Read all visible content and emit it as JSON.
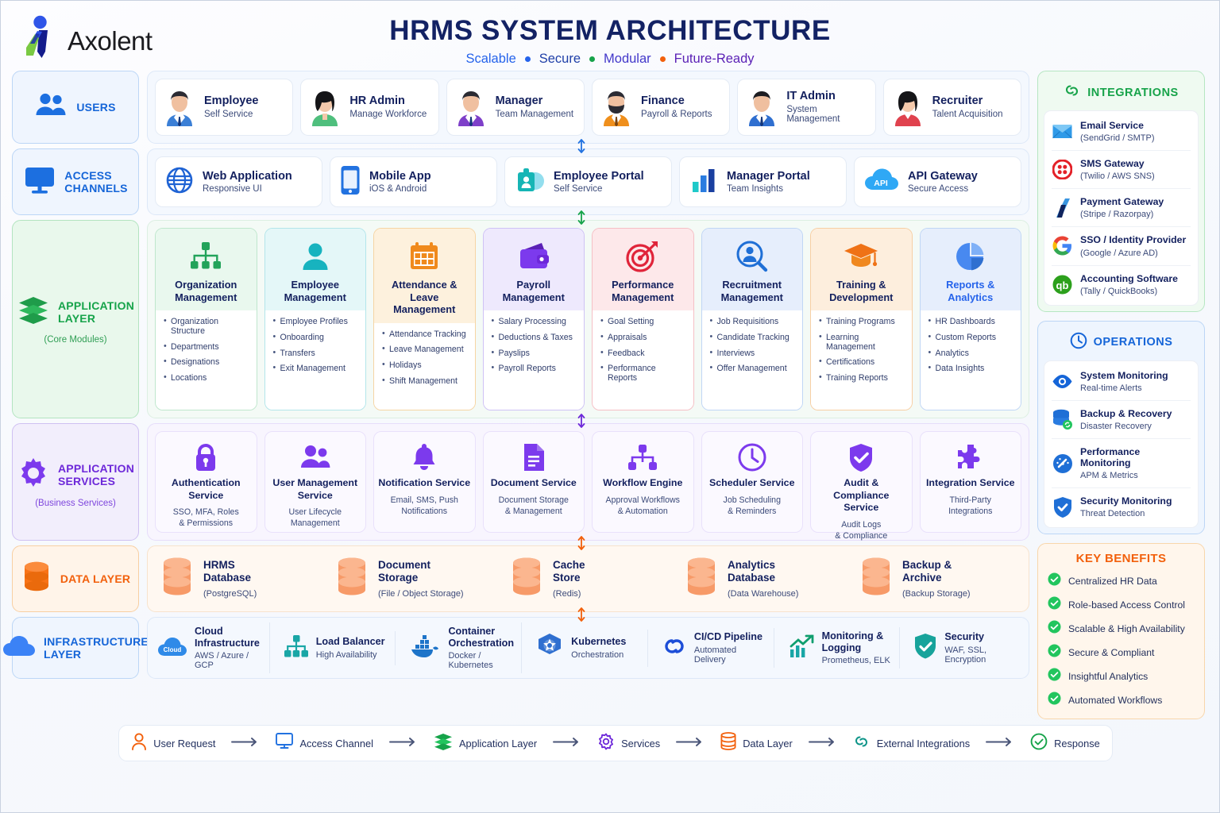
{
  "header": {
    "brand": "Axolent",
    "logo_icon": "axolent-logo",
    "title": "HRMS SYSTEM ARCHITECTURE",
    "subtitle_items": [
      {
        "label": "Scalable",
        "color": "#2563eb"
      },
      {
        "label": "Secure",
        "color": "#1f3fa8"
      },
      {
        "label": "Modular",
        "color": "#4338ca"
      },
      {
        "label": "Future-Ready",
        "color": "#5b21b6"
      }
    ],
    "subtitle_dots": [
      {
        "color": "#2563eb"
      },
      {
        "color": "#16a34a"
      },
      {
        "color": "#f2600c"
      }
    ]
  },
  "users_row": {
    "label": "USERS",
    "icon": "users-group-icon",
    "cards": [
      {
        "title": "Employee",
        "subtitle": "Self Service",
        "avatar": "avatar-employee",
        "shirt": "#3b7fd6",
        "hair": "#2b2b33",
        "skin": "#f0c0a0"
      },
      {
        "title": "HR Admin",
        "subtitle": "Manage Workforce",
        "avatar": "avatar-hr-admin",
        "shirt": "#4fbf7d",
        "hair": "#151518",
        "skin": "#f4c9ab"
      },
      {
        "title": "Manager",
        "subtitle": "Team Management",
        "avatar": "avatar-manager",
        "shirt": "#7e3fc9",
        "hair": "#2b2b33",
        "skin": "#f0c0a0"
      },
      {
        "title": "Finance",
        "subtitle": "Payroll & Reports",
        "avatar": "avatar-finance",
        "shirt": "#ef8f1c",
        "hair": "#2b2b33",
        "skin": "#f0c0a0"
      },
      {
        "title": "IT Admin",
        "subtitle": "System Management",
        "avatar": "avatar-it-admin",
        "shirt": "#2f6fd0",
        "hair": "#1d1d22",
        "skin": "#efbf9f"
      },
      {
        "title": "Recruiter",
        "subtitle": "Talent Acquisition",
        "avatar": "avatar-recruiter",
        "shirt": "#e0424e",
        "hair": "#151518",
        "skin": "#f4c9ab"
      }
    ]
  },
  "access_row": {
    "label_line1": "ACCESS",
    "label_line2": "CHANNELS",
    "icon": "desktop-monitor-icon",
    "cards": [
      {
        "title": "Web Application",
        "subtitle": "Responsive UI",
        "icon": "globe-icon",
        "color": "#1f63d4"
      },
      {
        "title": "Mobile App",
        "subtitle": "iOS & Android",
        "icon": "smartphone-icon",
        "color": "#2272e0"
      },
      {
        "title": "Employee Portal",
        "subtitle": "Self Service",
        "icon": "id-badge-icon",
        "color": "#16b5b5"
      },
      {
        "title": "Manager Portal",
        "subtitle": "Team Insights",
        "icon": "bar-chart-icon",
        "color": "#1d4ed8"
      },
      {
        "title": "API Gateway",
        "subtitle": "Secure Access",
        "icon": "api-cloud-icon",
        "color": "#2fa8f5"
      }
    ]
  },
  "application_layer": {
    "label_line1": "APPLICATION",
    "label_line2": "LAYER",
    "label_sub": "(Core Modules)",
    "icon": "layers-stack-icon",
    "modules": [
      {
        "title": "Organization Management",
        "icon": "org-chart-icon",
        "accent": "#22a35a",
        "head_bg": "#e9f8ee",
        "border": "#bfe7cd",
        "items": [
          "Organization Structure",
          "Departments",
          "Designations",
          "Locations"
        ]
      },
      {
        "title": "Employee Management",
        "icon": "person-icon",
        "accent": "#17b3bf",
        "head_bg": "#e4f7f8",
        "border": "#b3e5ea",
        "items": [
          "Employee Profiles",
          "Onboarding",
          "Transfers",
          "Exit Management"
        ]
      },
      {
        "title": "Attendance & Leave Management",
        "icon": "calendar-icon",
        "accent": "#f08a1c",
        "head_bg": "#fdf1dd",
        "border": "#f6d5a4",
        "items": [
          "Attendance Tracking",
          "Leave Management",
          "Holidays",
          "Shift Management"
        ]
      },
      {
        "title": "Payroll Management",
        "icon": "wallet-icon",
        "accent": "#7c3aed",
        "head_bg": "#eee9fd",
        "border": "#cfc2f5",
        "items": [
          "Salary Processing",
          "Deductions & Taxes",
          "Payslips",
          "Payroll Reports"
        ]
      },
      {
        "title": "Performance Management",
        "icon": "target-dart-icon",
        "accent": "#e0243a",
        "head_bg": "#fde8ea",
        "border": "#f5bfc5",
        "items": [
          "Goal Setting",
          "Appraisals",
          "Feedback",
          "Performance Reports"
        ]
      },
      {
        "title": "Recruitment Management",
        "icon": "person-search-icon",
        "accent": "#1f6fd6",
        "head_bg": "#e6eefc",
        "border": "#c0d6f5",
        "items": [
          "Job Requisitions",
          "Candidate Tracking",
          "Interviews",
          "Offer Management"
        ]
      },
      {
        "title": "Training & Development",
        "icon": "graduation-cap-icon",
        "accent": "#ef7216",
        "head_bg": "#fdeedd",
        "border": "#f7cfa4",
        "items": [
          "Training Programs",
          "Learning Management",
          "Certifications",
          "Training Reports"
        ]
      },
      {
        "title": "Reports & Analytics",
        "icon": "pie-chart-icon",
        "accent": "#3b82f6",
        "head_bg": "#e6eefc",
        "border": "#c0d6f5",
        "items": [
          "HR Dashboards",
          "Custom Reports",
          "Analytics",
          "Data Insights"
        ]
      }
    ]
  },
  "application_services": {
    "label_line1": "APPLICATION",
    "label_line2": "SERVICES",
    "label_sub": "(Business Services)",
    "icon": "gear-icon",
    "cards": [
      {
        "title": "Authentication Service",
        "sub1": "SSO, MFA, Roles",
        "sub2": "& Permissions",
        "icon": "lock-icon"
      },
      {
        "title": "User Management Service",
        "sub1": "User Lifecycle",
        "sub2": "Management",
        "icon": "users-icon"
      },
      {
        "title": "Notification Service",
        "sub1": "Email, SMS, Push",
        "sub2": "Notifications",
        "icon": "bell-icon"
      },
      {
        "title": "Document Service",
        "sub1": "Document Storage",
        "sub2": "& Management",
        "icon": "document-icon"
      },
      {
        "title": "Workflow Engine",
        "sub1": "Approval Workflows",
        "sub2": "& Automation",
        "icon": "workflow-icon"
      },
      {
        "title": "Scheduler Service",
        "sub1": "Job Scheduling",
        "sub2": "& Reminders",
        "icon": "clock-icon"
      },
      {
        "title": "Audit & Compliance Service",
        "sub1": "Audit Logs",
        "sub2": "& Compliance",
        "icon": "shield-check-icon"
      },
      {
        "title": "Integration Service",
        "sub1": "Third-Party",
        "sub2": "Integrations",
        "icon": "puzzle-icon"
      }
    ]
  },
  "data_layer": {
    "label": "DATA LAYER",
    "icon": "database-icon",
    "cards": [
      {
        "title_line1": "HRMS",
        "title_line2": "Database",
        "subtitle": "(PostgreSQL)"
      },
      {
        "title_line1": "Document",
        "title_line2": "Storage",
        "subtitle": "(File / Object Storage)"
      },
      {
        "title_line1": "Cache",
        "title_line2": "Store",
        "subtitle": "(Redis)"
      },
      {
        "title_line1": "Analytics",
        "title_line2": "Database",
        "subtitle": "(Data Warehouse)"
      },
      {
        "title_line1": "Backup &",
        "title_line2": "Archive",
        "subtitle": "(Backup Storage)"
      }
    ]
  },
  "infrastructure_layer": {
    "label_line1": "INFRASTRUCTURE",
    "label_line2": "LAYER",
    "icon": "cloud-icon",
    "cards": [
      {
        "title": "Cloud Infrastructure",
        "subtitle": "AWS / Azure / GCP",
        "icon": "cloud-badge-icon"
      },
      {
        "title": "Load Balancer",
        "subtitle": "High Availability",
        "icon": "load-balancer-icon"
      },
      {
        "title": "Container Orchestration",
        "subtitle": "Docker / Kubernetes",
        "icon": "docker-whale-icon"
      },
      {
        "title": "Kubernetes",
        "subtitle": "Orchestration",
        "icon": "kubernetes-helm-icon"
      },
      {
        "title": "CI/CD Pipeline",
        "subtitle": "Automated Delivery",
        "icon": "link-chain-icon"
      },
      {
        "title": "Monitoring & Logging",
        "subtitle": "Prometheus, ELK",
        "icon": "trend-chart-icon"
      },
      {
        "title": "Security",
        "subtitle": "WAF, SSL, Encryption",
        "icon": "shield-lock-icon"
      }
    ]
  },
  "integrations_panel": {
    "title": "INTEGRATIONS",
    "icon": "link-icon",
    "items": [
      {
        "title": "Email Service",
        "subtitle": "(SendGrid / SMTP)",
        "icon": "envelope-icon"
      },
      {
        "title": "SMS Gateway",
        "subtitle": "(Twilio / AWS SNS)",
        "icon": "twilio-icon"
      },
      {
        "title": "Payment Gateway",
        "subtitle": "(Stripe / Razorpay)",
        "icon": "razorpay-icon"
      },
      {
        "title": "SSO / Identity Provider",
        "subtitle": "(Google / Azure AD)",
        "icon": "google-icon"
      },
      {
        "title": "Accounting Software",
        "subtitle": "(Tally / QuickBooks)",
        "icon": "quickbooks-icon"
      }
    ]
  },
  "operations_panel": {
    "title": "OPERATIONS",
    "icon": "clock-history-icon",
    "items": [
      {
        "title": "System Monitoring",
        "subtitle": "Real-time Alerts",
        "icon": "eye-icon"
      },
      {
        "title": "Backup & Recovery",
        "subtitle": "Disaster Recovery",
        "icon": "database-recycle-icon"
      },
      {
        "title": "Performance Monitoring",
        "subtitle": "APM & Metrics",
        "icon": "gauge-icon"
      },
      {
        "title": "Security Monitoring",
        "subtitle": "Threat Detection",
        "icon": "shield-check-blue-icon"
      }
    ]
  },
  "benefits_panel": {
    "title": "KEY BENEFITS",
    "check_color": "#22c55e",
    "items": [
      "Centralized HR Data",
      "Role-based Access Control",
      "Scalable & High Availability",
      "Secure & Compliant",
      "Insightful Analytics",
      "Automated Workflows"
    ]
  },
  "footer_flow": {
    "steps": [
      {
        "label": "User Request",
        "icon": "user-outline-icon",
        "color": "#f2600c"
      },
      {
        "label": "Access Channel",
        "icon": "monitor-outline-icon",
        "color": "#2272e0"
      },
      {
        "label": "Application Layer",
        "icon": "layers-green-icon",
        "color": "#16a34a"
      },
      {
        "label": "Services",
        "icon": "gear-outline-icon",
        "color": "#6d28d9"
      },
      {
        "label": "Data Layer",
        "icon": "database-outline-icon",
        "color": "#f2600c"
      },
      {
        "label": "External Integrations",
        "icon": "link-teal-icon",
        "color": "#0d9488"
      },
      {
        "label": "Response",
        "icon": "check-circle-icon",
        "color": "#16a34a"
      }
    ],
    "arrow_icon": "arrow-right-icon"
  }
}
